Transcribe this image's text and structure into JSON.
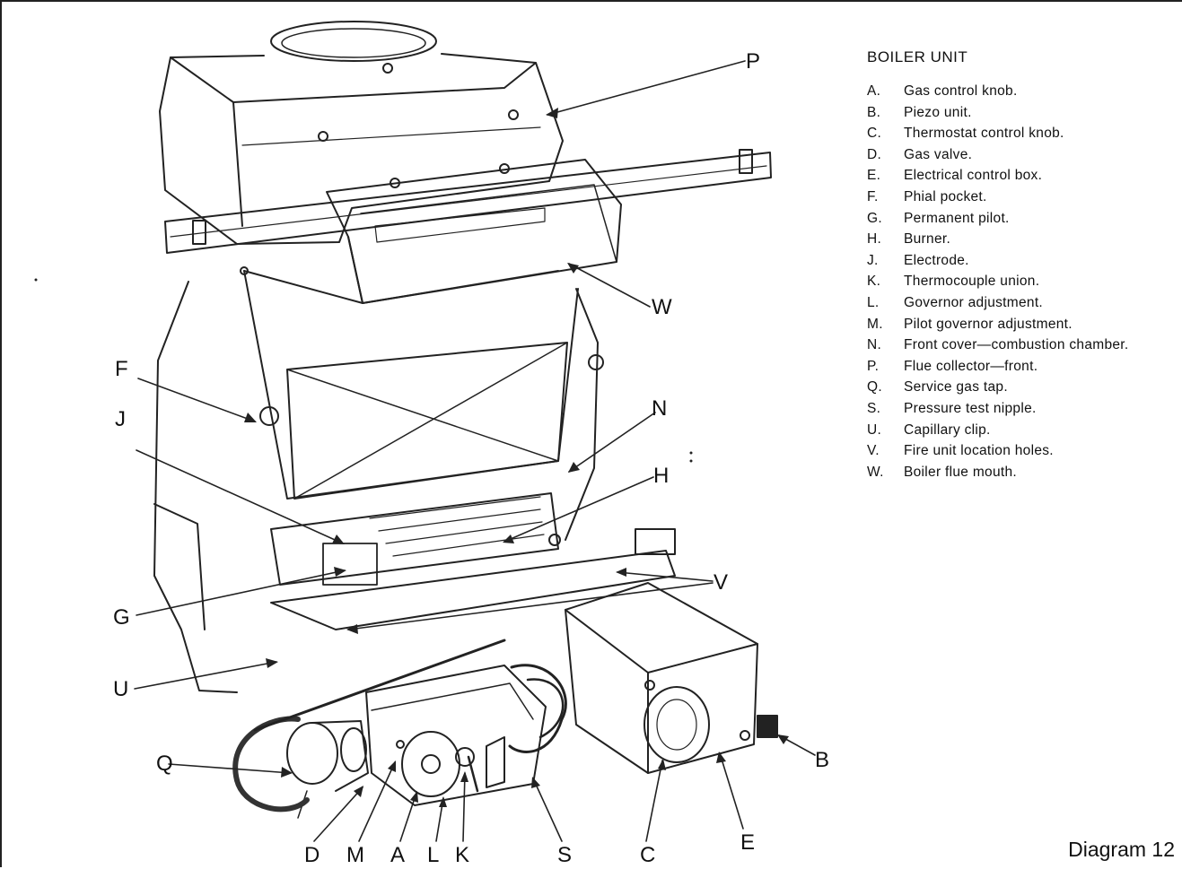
{
  "legend": {
    "title": "BOILER UNIT",
    "items": [
      {
        "letter": "A.",
        "text": "Gas control knob."
      },
      {
        "letter": "B.",
        "text": "Piezo unit."
      },
      {
        "letter": "C.",
        "text": "Thermostat control knob."
      },
      {
        "letter": "D.",
        "text": "Gas valve."
      },
      {
        "letter": "E.",
        "text": "Electrical control box."
      },
      {
        "letter": "F.",
        "text": "Phial pocket."
      },
      {
        "letter": "G.",
        "text": "Permanent pilot."
      },
      {
        "letter": "H.",
        "text": "Burner."
      },
      {
        "letter": "J.",
        "text": "Electrode."
      },
      {
        "letter": "K.",
        "text": "Thermocouple union."
      },
      {
        "letter": "L.",
        "text": "Governor adjustment."
      },
      {
        "letter": "M.",
        "text": "Pilot governor adjustment."
      },
      {
        "letter": "N.",
        "text": "Front cover—combustion chamber."
      },
      {
        "letter": "P.",
        "text": "Flue collector—front."
      },
      {
        "letter": "Q.",
        "text": "Service gas tap."
      },
      {
        "letter": "S.",
        "text": "Pressure test nipple."
      },
      {
        "letter": "U.",
        "text": "Capillary clip."
      },
      {
        "letter": "V.",
        "text": "Fire unit location holes."
      },
      {
        "letter": "W.",
        "text": "Boiler flue mouth."
      }
    ]
  },
  "callouts": {
    "P": "P",
    "W": "W",
    "F": "F",
    "N": "N",
    "J": "J",
    "H": "H",
    "V": "V",
    "G": "G",
    "U": "U",
    "Q": "Q",
    "B": "B",
    "E": "E",
    "D": "D",
    "M": "M",
    "A": "A",
    "L": "L",
    "K": "K",
    "S": "S",
    "C": "C"
  },
  "diagram_label": "Diagram 12"
}
